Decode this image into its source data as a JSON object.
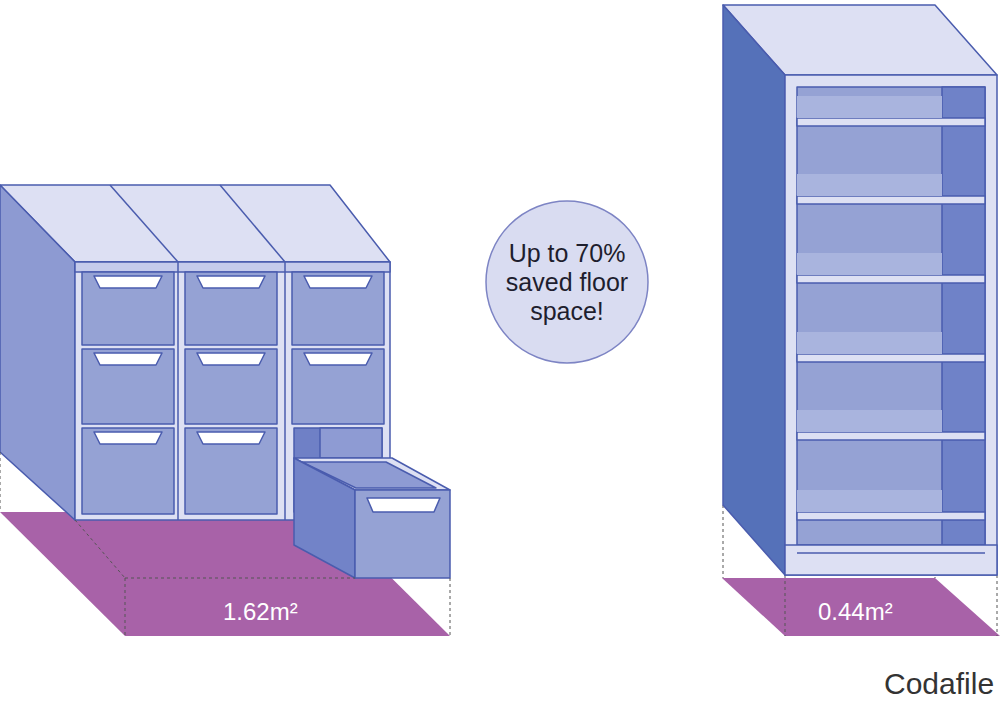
{
  "diagram": {
    "nodes": [
      {
        "text": [
          "1.62m²"
        ]
      },
      {
        "text": [
          "Up to 70% saved floor space!"
        ]
      },
      {
        "text": [
          "0.44m²"
        ]
      }
    ],
    "labels": [
      "Codafile"
    ]
  }
}
